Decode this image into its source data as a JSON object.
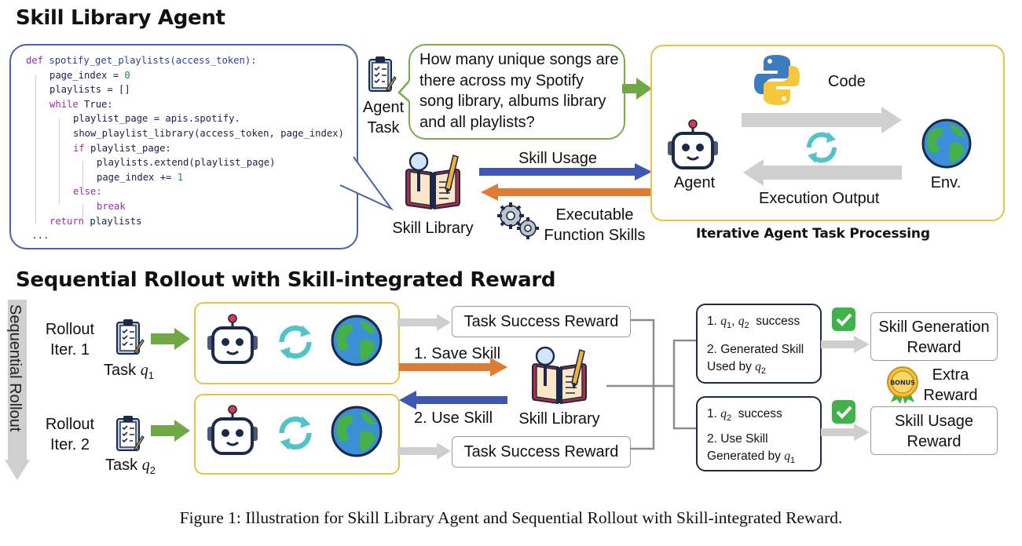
{
  "top": {
    "title": "Skill Library Agent",
    "code_lines": [
      {
        "indent": 0,
        "parts": [
          [
            "kw",
            "def "
          ],
          [
            "fn",
            "spotify_get_playlists(access_token):"
          ]
        ]
      },
      {
        "indent": 1,
        "parts": [
          [
            "plain",
            "page_index = "
          ],
          [
            "num",
            "0"
          ]
        ]
      },
      {
        "indent": 1,
        "parts": [
          [
            "plain",
            "playlists = []"
          ]
        ]
      },
      {
        "indent": 1,
        "parts": [
          [
            "kw",
            "while "
          ],
          [
            "plain",
            "True:"
          ]
        ]
      },
      {
        "indent": 2,
        "parts": [
          [
            "plain",
            "playlist_page = apis.spotify."
          ]
        ]
      },
      {
        "indent": 2,
        "parts": [
          [
            "plain",
            "show_playlist_library(access_token, page_index)"
          ]
        ]
      },
      {
        "indent": 2,
        "parts": [
          [
            "kw",
            "if "
          ],
          [
            "plain",
            "playlist_page:"
          ]
        ]
      },
      {
        "indent": 3,
        "parts": [
          [
            "plain",
            "playlists.extend(playlist_page)"
          ]
        ]
      },
      {
        "indent": 3,
        "parts": [
          [
            "plain",
            "page_index += "
          ],
          [
            "num",
            "1"
          ]
        ]
      },
      {
        "indent": 2,
        "parts": [
          [
            "kw",
            "else:"
          ]
        ]
      },
      {
        "indent": 3,
        "parts": [
          [
            "kw",
            "break"
          ]
        ]
      },
      {
        "indent": 1,
        "parts": [
          [
            "kw",
            "return "
          ],
          [
            "plain",
            "playlists"
          ]
        ]
      },
      {
        "indent": 0,
        "parts": [
          [
            "plain",
            " ..."
          ]
        ]
      }
    ],
    "agent_task_label": "Agent\nTask",
    "question": "How many unique songs are there across my Spotify song library, albums library and all playlists?",
    "skill_usage": "Skill Usage",
    "skill_library": "Skill Library",
    "executable": "Executable\nFunction Skills",
    "code_label": "Code",
    "agent_label": "Agent",
    "env_label": "Env.",
    "exec_output": "Execution Output",
    "iter_caption": "Iterative Agent Task Processing"
  },
  "bottom": {
    "title": "Sequential Rollout with Skill-integrated Reward",
    "seq_label": "Sequential Rollout",
    "iter1": "Rollout\nIter. 1",
    "iter2": "Rollout\nIter. 2",
    "task_word": "Task",
    "q1_sub": "1",
    "q2_sub": "2",
    "task_success_1": "Task Success Reward",
    "task_success_2": "Task Success Reward",
    "save_skill": "1. Save Skill",
    "use_skill": "2. Use Skill",
    "skill_library": "Skill Library",
    "cond1_l1": "1. q1, q2  success",
    "cond1_l2": "2. Generated Skill",
    "cond1_l3": "Used by q2",
    "cond2_l1": "1. q2  success",
    "cond2_l2": "2. Use Skill",
    "cond2_l3": "Generated by q1",
    "reward_gen": "Skill Generation\nReward",
    "extra": "Extra\nReward",
    "bonus": "BONUS",
    "reward_use": "Skill Usage\nReward"
  },
  "caption": "Figure 1: Illustration for Skill Library Agent and Sequential Rollout with Skill-integrated Reward.",
  "colors": {
    "blue_arrow": "#3f57b0",
    "orange_arrow": "#e07b35",
    "green_arrow": "#70a844",
    "gray_arrow": "#cfcfcf",
    "yellow_border": "#e9c349",
    "code_border": "#4a62b0",
    "check_green": "#3fb24a"
  },
  "icons": [
    "clipboard-icon",
    "python-icon",
    "robot-icon",
    "earth-icon",
    "cycle-icon",
    "book-icon",
    "gears-icon",
    "checkmark-icon",
    "bonus-badge-icon"
  ]
}
